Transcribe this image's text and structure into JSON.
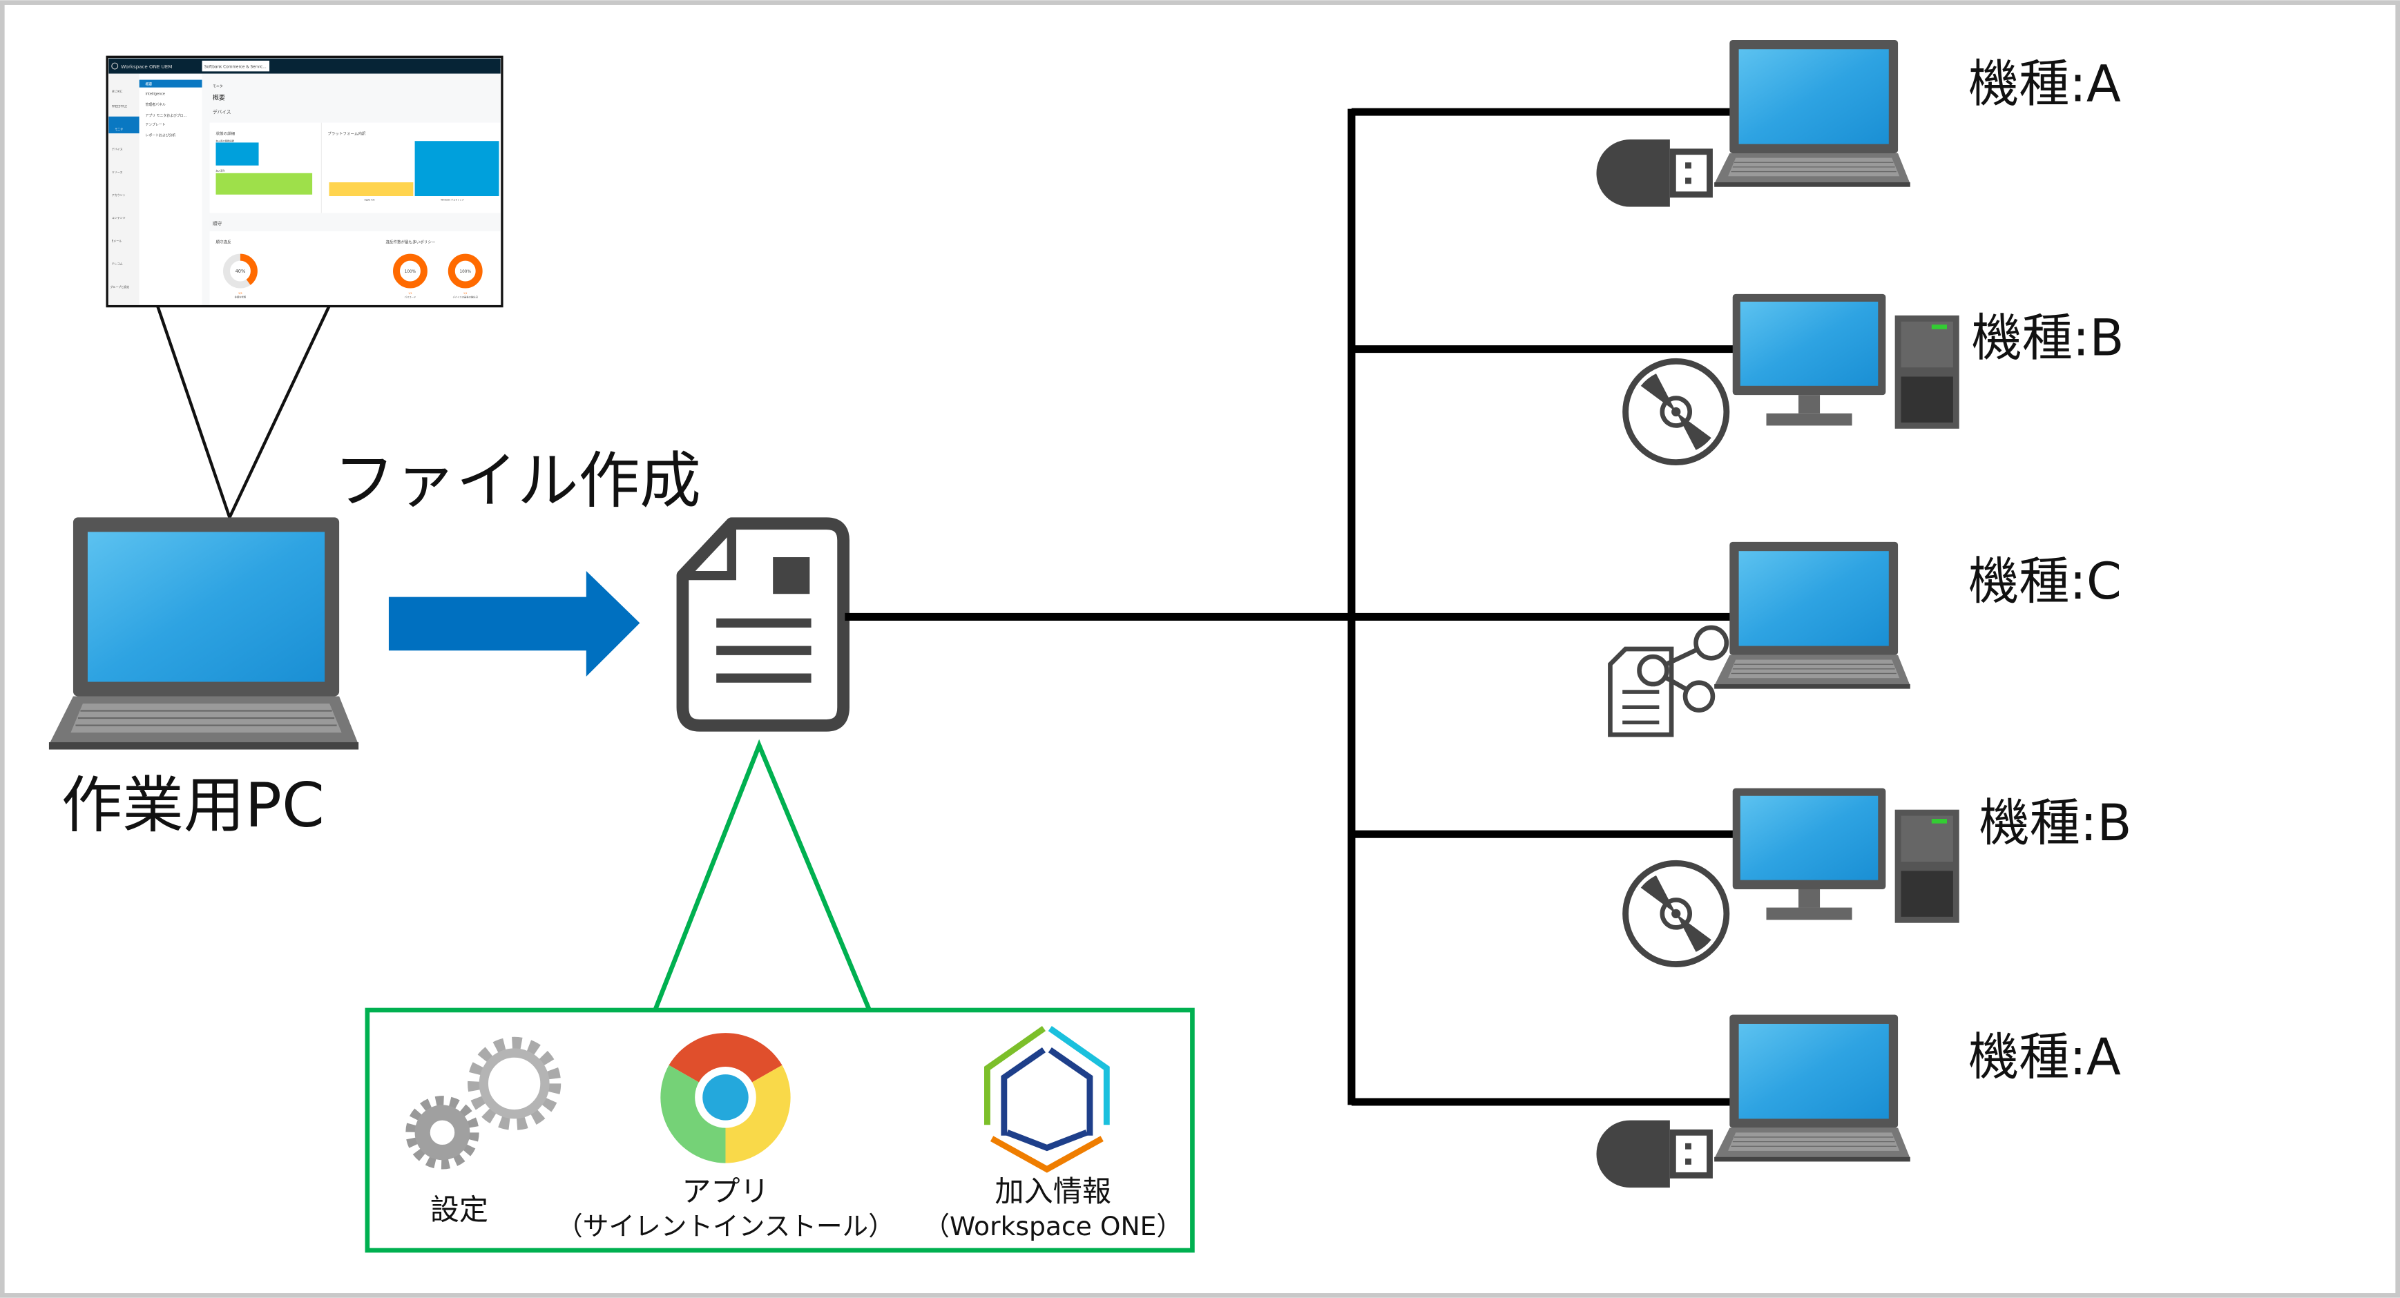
{
  "workpc": {
    "label": "作業用PC"
  },
  "flow": {
    "label": "ファイル作成"
  },
  "screenshot": {
    "app_title": "Workspace ONE UEM",
    "org_selector": "Softbank Commerce & Servic...",
    "rail": [
      "はじめに",
      "FREESTYLE",
      "モニタ",
      "デバイス",
      "リソース",
      "アカウント",
      "コンテンツ",
      "Eメール",
      "テレコム",
      "グループと設定"
    ],
    "menu": [
      "概要",
      "Intelligence",
      "管理者パネル",
      "アプリ モニタおよびプロ...",
      "テンプレート",
      "レポートおよび分析"
    ],
    "breadcrumb": "モニタ",
    "title": "概要",
    "section_devices": "デバイス",
    "card_status": "状態の詳細",
    "bar_enrolled_pending": "加入用の登録記録",
    "bar_enrolled": "加入済み",
    "card_platform": "プラットフォーム内訳",
    "platform_ios": "Apple iOS",
    "platform_windows": "Windows デスクトップ",
    "section_compliance": "順守",
    "card_violation": "順守違反",
    "donut1_pct": "40%",
    "donut1_ratio": "2/5",
    "donut1_label": "非順守状態",
    "card_policy": "違反件数が最も多いポリシー",
    "donut2_pct": "100%",
    "donut2_ratio": "1/1",
    "donut2_label": "パスコード",
    "donut3_pct": "100%",
    "donut3_ratio": "1/1",
    "donut3_label": "デバイスの最後の検出日"
  },
  "payload": {
    "settings_label": "設定",
    "app_label": "アプリ",
    "app_sub": "（サイレントインストール）",
    "enroll_label": "加入情報",
    "enroll_sub": "（Workspace ONE）"
  },
  "devices": [
    {
      "label": "機種:A",
      "type": "laptop",
      "media": "usb-icon"
    },
    {
      "label": "機種:B",
      "type": "desktop",
      "media": "cd-icon"
    },
    {
      "label": "機種:C",
      "type": "laptop",
      "media": "file-share-icon"
    },
    {
      "label": "機種:B",
      "type": "desktop",
      "media": "cd-icon"
    },
    {
      "label": "機種:A",
      "type": "laptop",
      "media": "usb-icon"
    }
  ],
  "colors": {
    "arrow": "#0070c0",
    "frame_green": "#00b050",
    "screen_blue": "#2a9fe0",
    "uem_header": "#062436",
    "orange": "#ff6a00"
  }
}
